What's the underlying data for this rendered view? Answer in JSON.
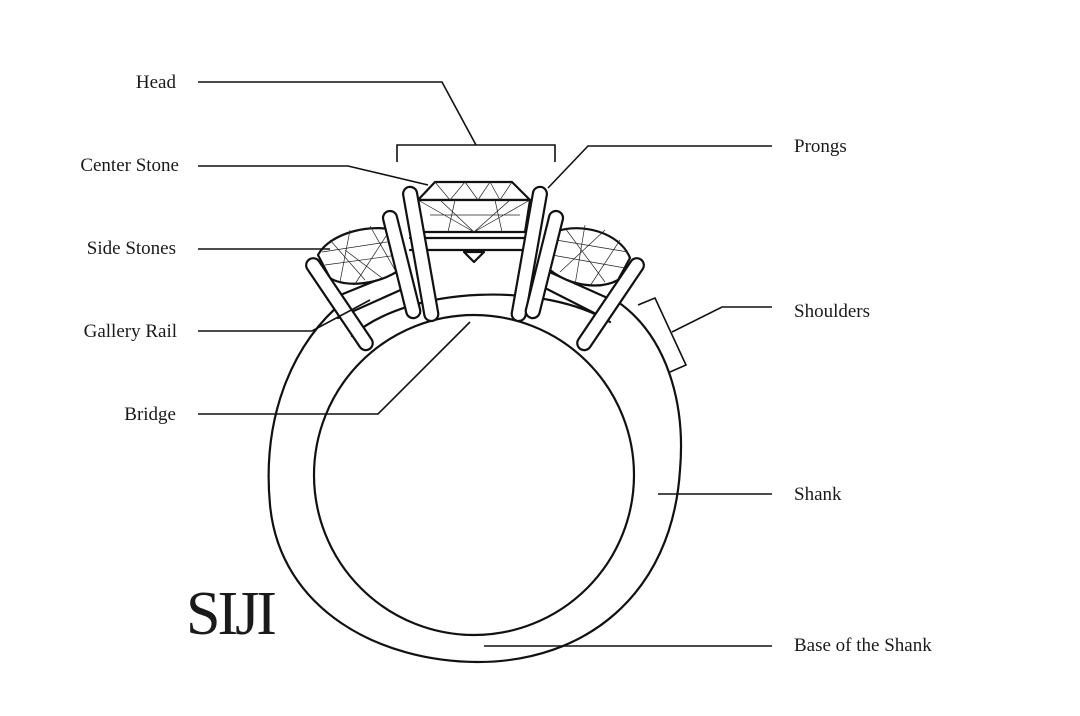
{
  "labels": {
    "head": "Head",
    "center_stone": "Center Stone",
    "side_stones": "Side Stones",
    "gallery_rail": "Gallery Rail",
    "bridge": "Bridge",
    "prongs": "Prongs",
    "shoulders": "Shoulders",
    "shank": "Shank",
    "base_of_shank": "Base of the Shank"
  },
  "logo": {
    "text": "SIJI"
  },
  "colors": {
    "ink": "#111111",
    "background": "#ffffff"
  }
}
